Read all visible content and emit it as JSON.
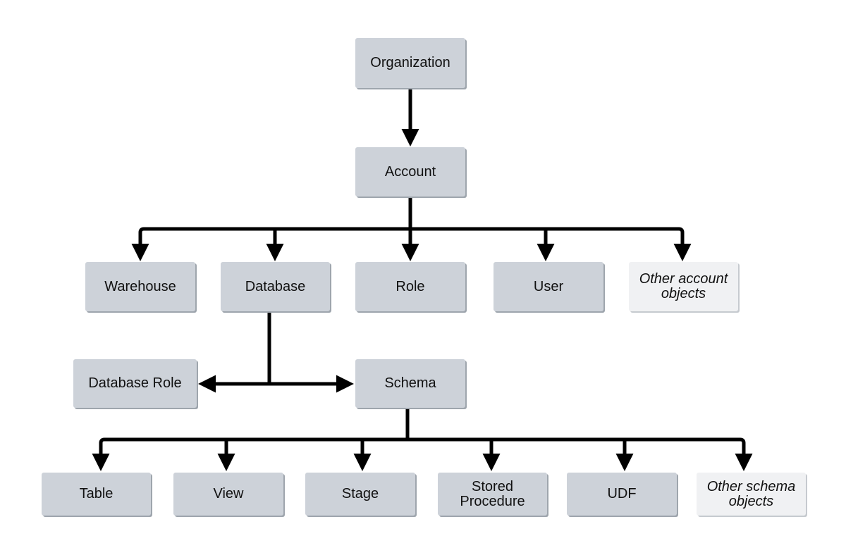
{
  "colors": {
    "node_fill": "#cdd2d9",
    "other_fill": "#f0f1f3",
    "connector": "#000000",
    "text": "#111111"
  },
  "nodes": {
    "organization": "Organization",
    "account": "Account",
    "warehouse": "Warehouse",
    "database": "Database",
    "role": "Role",
    "user": "User",
    "other_account": "Other account\nobjects",
    "database_role": "Database Role",
    "schema": "Schema",
    "table": "Table",
    "view": "View",
    "stage": "Stage",
    "stored_procedure": "Stored\nProcedure",
    "udf": "UDF",
    "other_schema": "Other schema\nobjects"
  }
}
